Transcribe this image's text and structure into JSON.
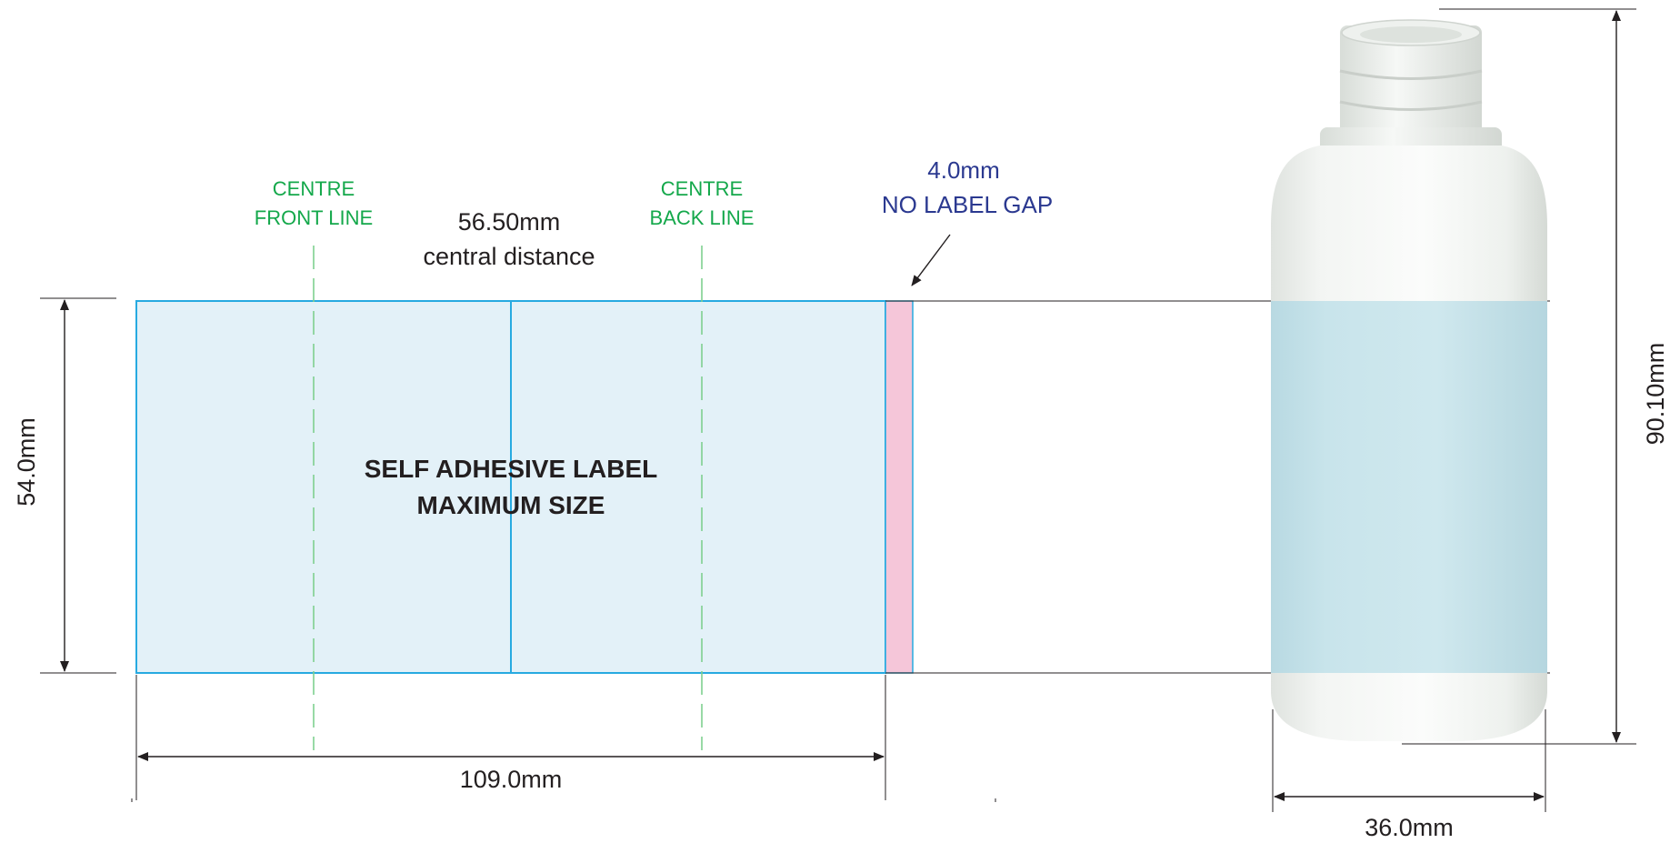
{
  "diagram": {
    "centre_front_line": {
      "line1": "CENTRE",
      "line2": "FRONT LINE"
    },
    "centre_back_line": {
      "line1": "CENTRE",
      "line2": "BACK LINE"
    },
    "central_distance": {
      "value": "56.50mm",
      "caption": "central distance"
    },
    "no_label_gap": {
      "value": "4.0mm",
      "caption": "NO LABEL GAP"
    },
    "label_area": {
      "line1": "SELF ADHESIVE LABEL",
      "line2": "MAXIMUM SIZE"
    },
    "label_height": "54.0mm",
    "label_width": "109.0mm",
    "bottle_height": "90.10mm",
    "bottle_diameter": "36.0mm",
    "colors": {
      "label_fill": "#e3f1f8",
      "label_outline": "#27aae1",
      "gap_fill": "#f5c6d9",
      "centre_lines": "#14a84b",
      "gap_text": "#2b3990",
      "bottle": "#f4f6f4",
      "bottle_label_band": "#c5e2ea"
    }
  }
}
